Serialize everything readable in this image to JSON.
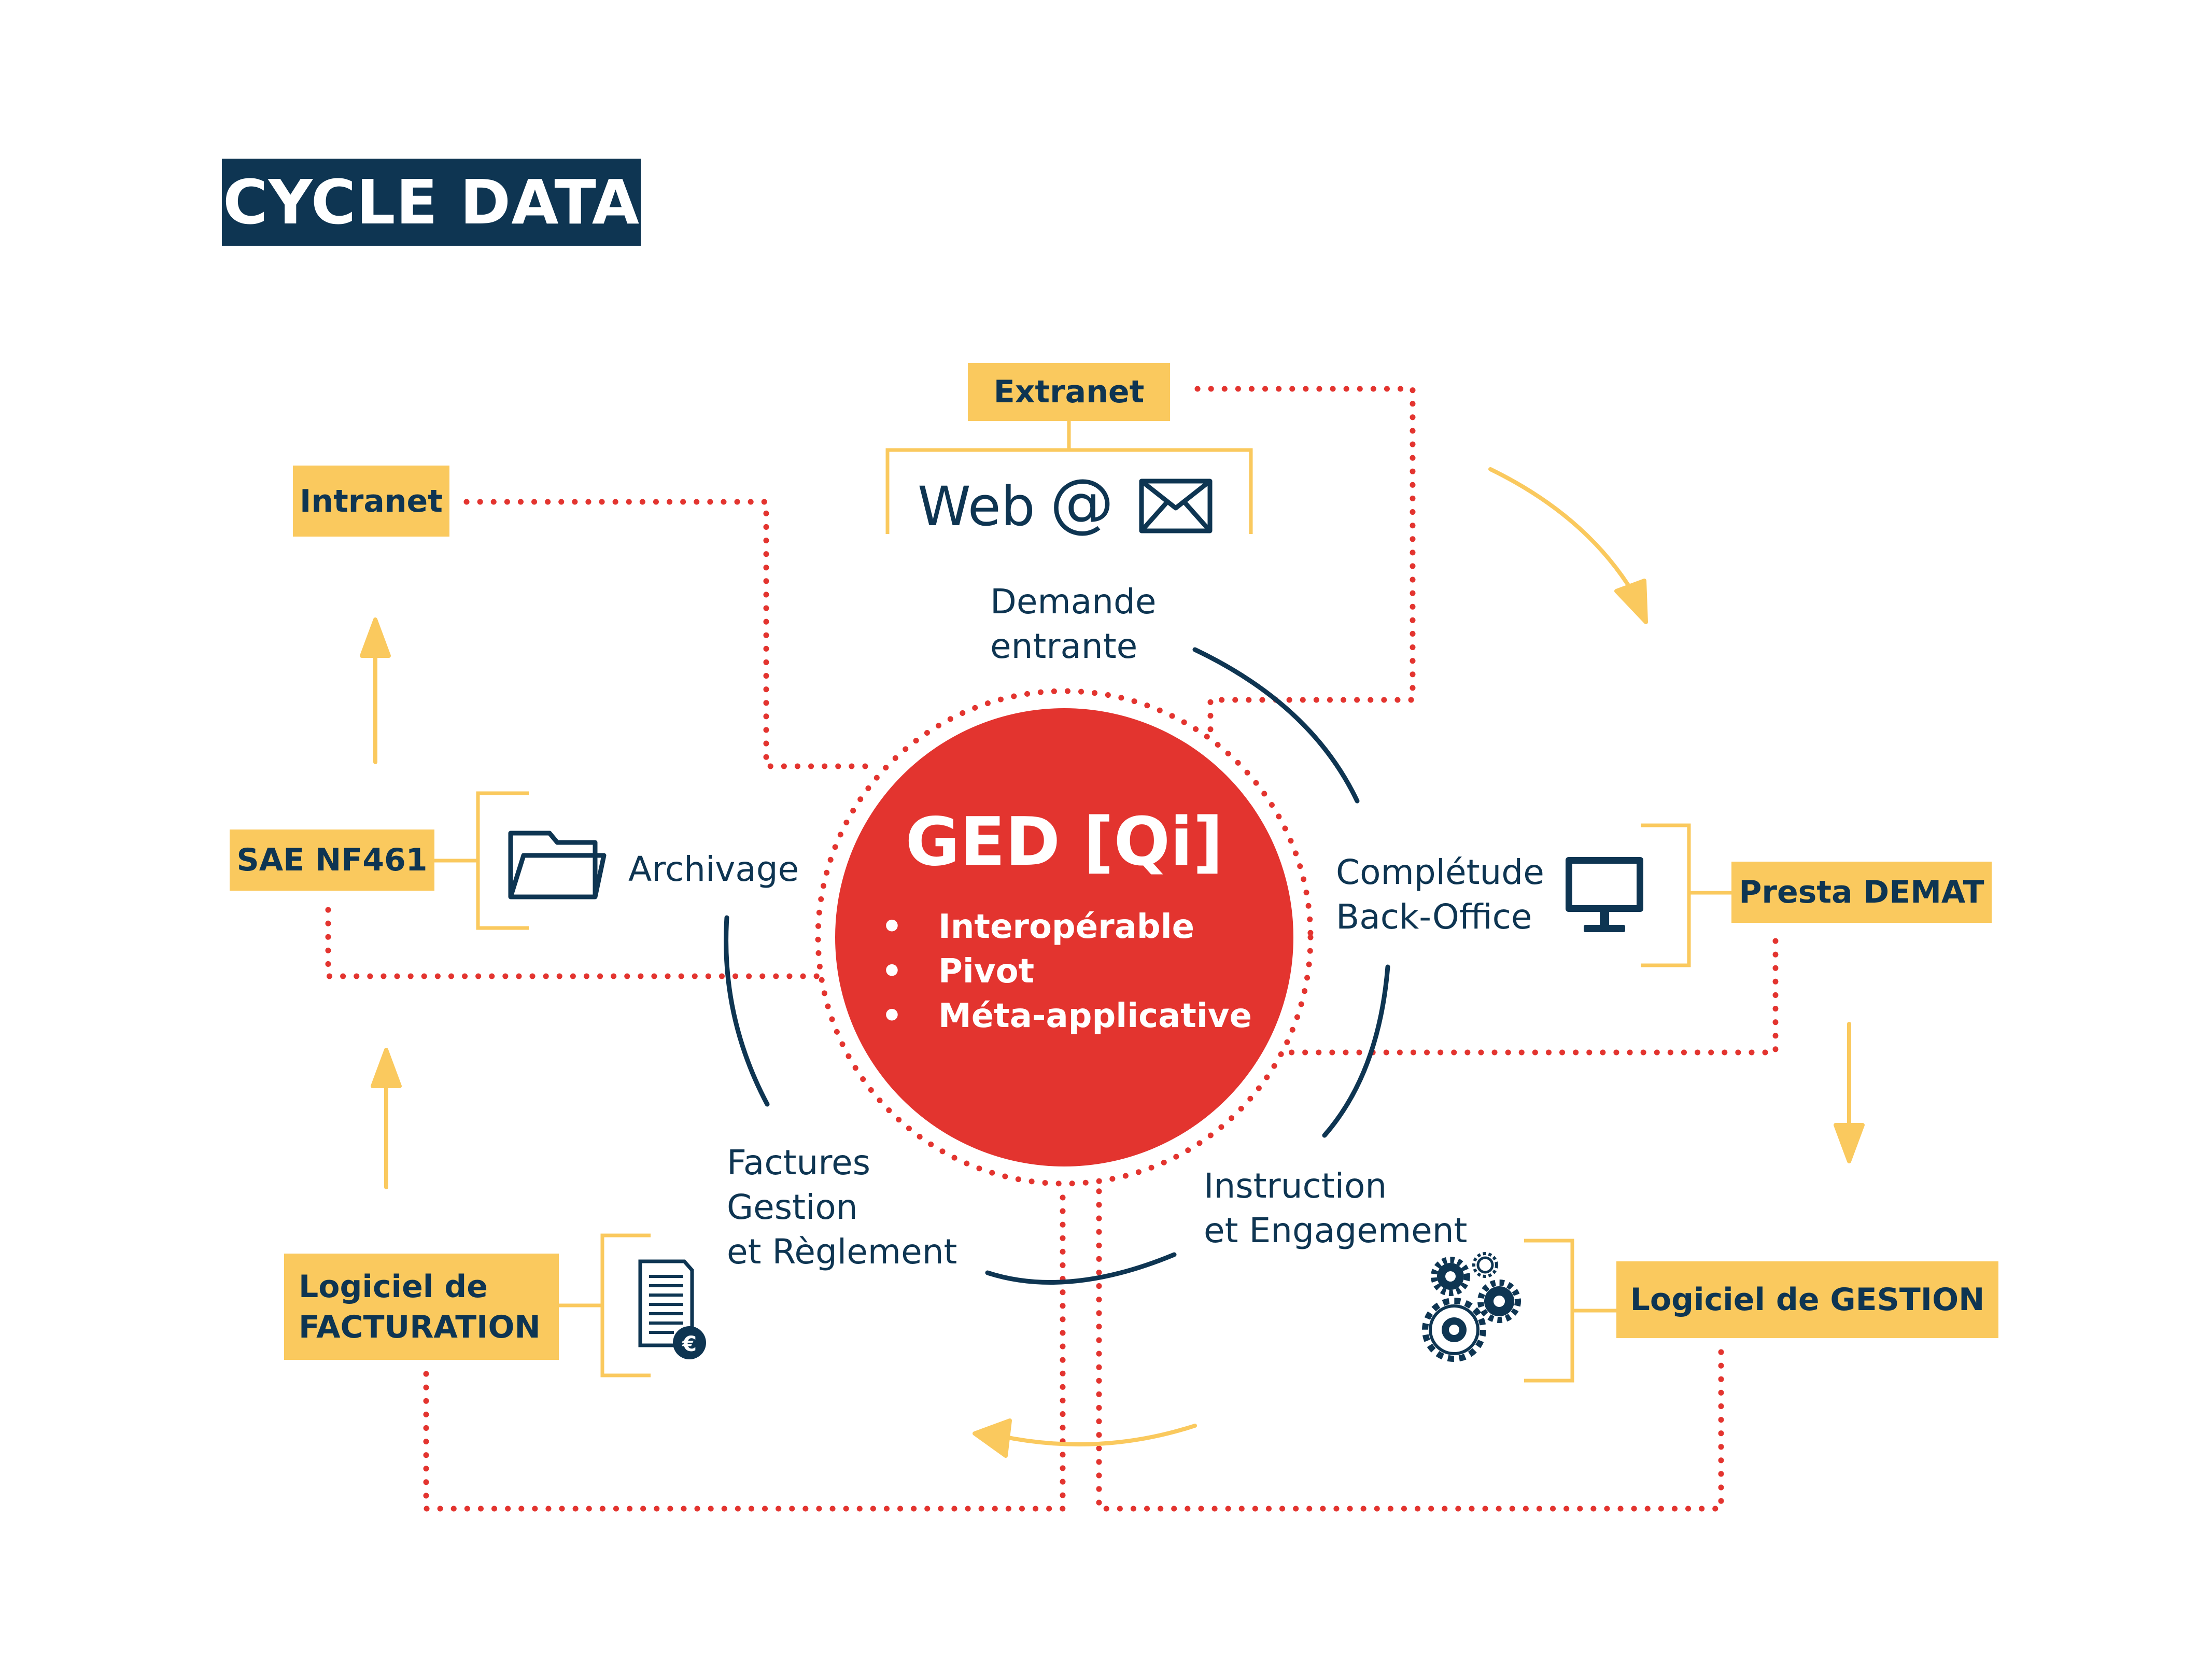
{
  "title": "CYCLE DATA",
  "colors": {
    "navy": "#0e3552",
    "yellow": "#fac95e",
    "red": "#e3342f"
  },
  "center": {
    "title": "GED [Qi]",
    "features": [
      "Interopérable",
      "Pivot",
      "Méta-applicative"
    ]
  },
  "tags": {
    "extranet": "Extranet",
    "intranet": "Intranet",
    "sae": "SAE NF461",
    "presta": "Presta DEMAT",
    "facturation_line1": "Logiciel de",
    "facturation_line2": "FACTURATION",
    "gestion": "Logiciel de GESTION"
  },
  "web_label": "Web",
  "at_symbol": "@",
  "steps": {
    "demande": [
      "Demande",
      "entrante"
    ],
    "completude": [
      "Complétude",
      "Back-Office"
    ],
    "instruction": [
      "Instruction",
      "et Engagement"
    ],
    "factures": [
      "Factures",
      "Gestion",
      "et Règlement"
    ],
    "archivage": "Archivage"
  },
  "icons": [
    "envelope-icon",
    "folder-icon",
    "monitor-icon",
    "invoice-euro-icon",
    "gears-icon"
  ]
}
